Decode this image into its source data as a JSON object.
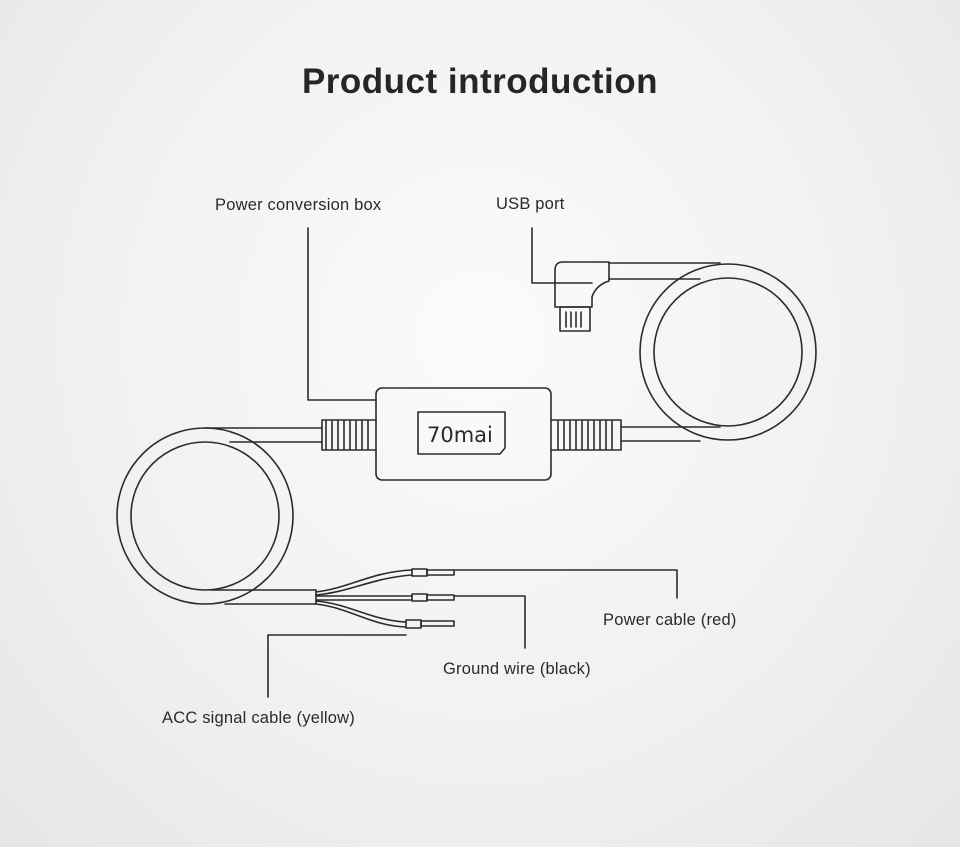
{
  "title": "Product introduction",
  "labels": {
    "power_box": "Power conversion box",
    "usb_port": "USB port",
    "power_cable": "Power cable (red)",
    "ground_wire": "Ground wire (black)",
    "acc_cable": "ACC signal cable (yellow)"
  },
  "logo": "70mai"
}
